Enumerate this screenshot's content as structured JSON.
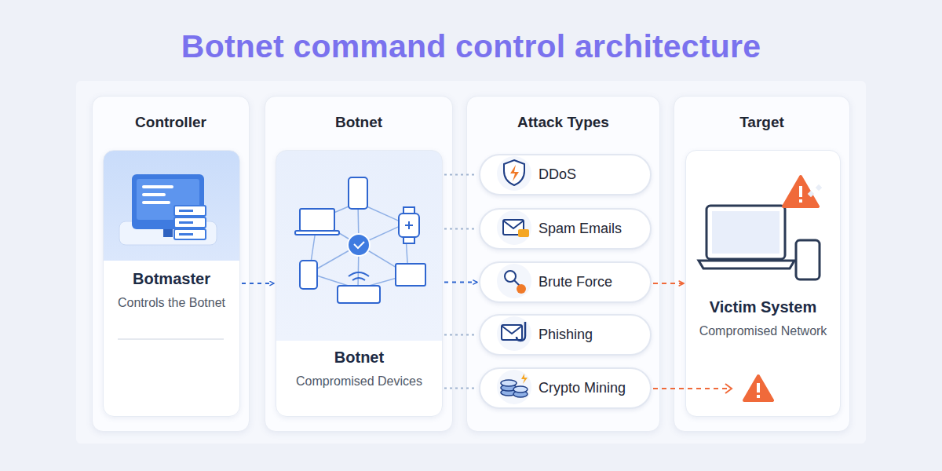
{
  "diagram": {
    "title": "Botnet command control architecture",
    "nodes": [
      {
        "text": [
          "Controller"
        ]
      },
      {
        "text": [
          "Botmaster",
          "Controls the Botnet"
        ],
        "in": 0
      },
      {
        "text": [
          "Botnet"
        ]
      },
      {
        "text": [
          "Botnet",
          "Compromised Devices"
        ],
        "in": 2
      },
      {
        "text": [
          "Attack Types"
        ]
      },
      {
        "text": [
          "DDoS"
        ],
        "in": 4
      },
      {
        "text": [
          "Spam Emails"
        ],
        "in": 4
      },
      {
        "text": [
          "Brute Force"
        ],
        "in": 4
      },
      {
        "text": [
          "Phishing"
        ],
        "in": 4
      },
      {
        "text": [
          "Crypto Mining"
        ],
        "in": 4
      },
      {
        "text": [
          "Target"
        ]
      },
      {
        "text": [
          "Victim System",
          "Compromised Network"
        ],
        "in": 10
      }
    ],
    "edges": [
      {
        "from": 1,
        "to": 3,
        "arrow": "to"
      },
      {
        "from": 3,
        "to": 5,
        "arrow": "none"
      },
      {
        "from": 3,
        "to": 6,
        "arrow": "none"
      },
      {
        "from": 3,
        "to": 7,
        "arrow": "to"
      },
      {
        "from": 3,
        "to": 8,
        "arrow": "none"
      },
      {
        "from": 3,
        "to": 9,
        "arrow": "none"
      },
      {
        "from": 7,
        "to": 11,
        "arrow": "to"
      }
    ]
  }
}
